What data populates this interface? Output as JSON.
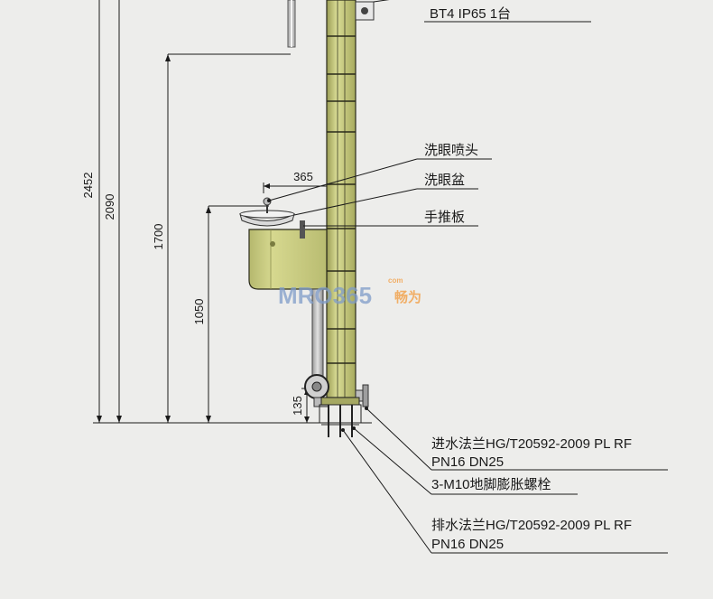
{
  "labels": {
    "top_partial": "BT4 IP65 1台",
    "eye_nozzle": "洗眼喷头",
    "eye_bowl": "洗眼盆",
    "hand_push_plate": "手推板",
    "inlet_flange_line1": "进水法兰HG/T20592-2009 PL RF",
    "inlet_flange_line2": "PN16 DN25",
    "anchor_bolt": "3-M10地脚膨胀螺栓",
    "drain_flange_line1": "排水法兰HG/T20592-2009 PL RF",
    "drain_flange_line2": "PN16 DN25"
  },
  "dimensions": {
    "d2452": "2452",
    "d2090": "2090",
    "d1700": "1700",
    "d1050": "1050",
    "d135": "135",
    "d365": "365"
  },
  "watermark": {
    "brand": "MRO365",
    "suffix": "畅为",
    "sub": "com"
  },
  "colors": {
    "background": "#ededeb",
    "pipe_fill": "#c9cc7c",
    "line": "#1a1a1a",
    "watermark": "#f39a3a",
    "watermark_blue": "#6b8fc4"
  }
}
